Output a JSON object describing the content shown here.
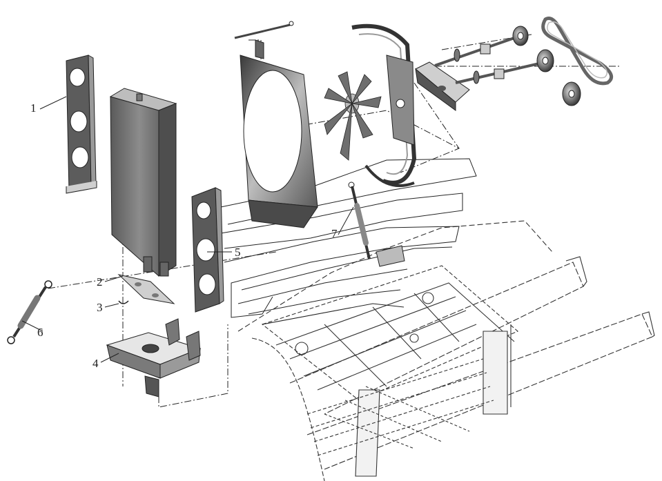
{
  "callouts": [
    {
      "id": "1",
      "label": "1",
      "part": "left-mounting-bracket"
    },
    {
      "id": "2",
      "label": "2",
      "part": "pad"
    },
    {
      "id": "3",
      "label": "3",
      "part": "mount-hardware"
    },
    {
      "id": "4",
      "label": "4",
      "part": "lower-support-bracket"
    },
    {
      "id": "5",
      "label": "5",
      "part": "right-mounting-bracket"
    },
    {
      "id": "6",
      "label": "6",
      "part": "tie-rod"
    },
    {
      "id": "7",
      "label": "7",
      "part": "support-strut"
    }
  ],
  "colors": {
    "background": "#ffffff",
    "line": "#222222",
    "fill_dark": "#555555",
    "fill_mid": "#8a8a8a",
    "fill_light": "#d4d4d4"
  }
}
